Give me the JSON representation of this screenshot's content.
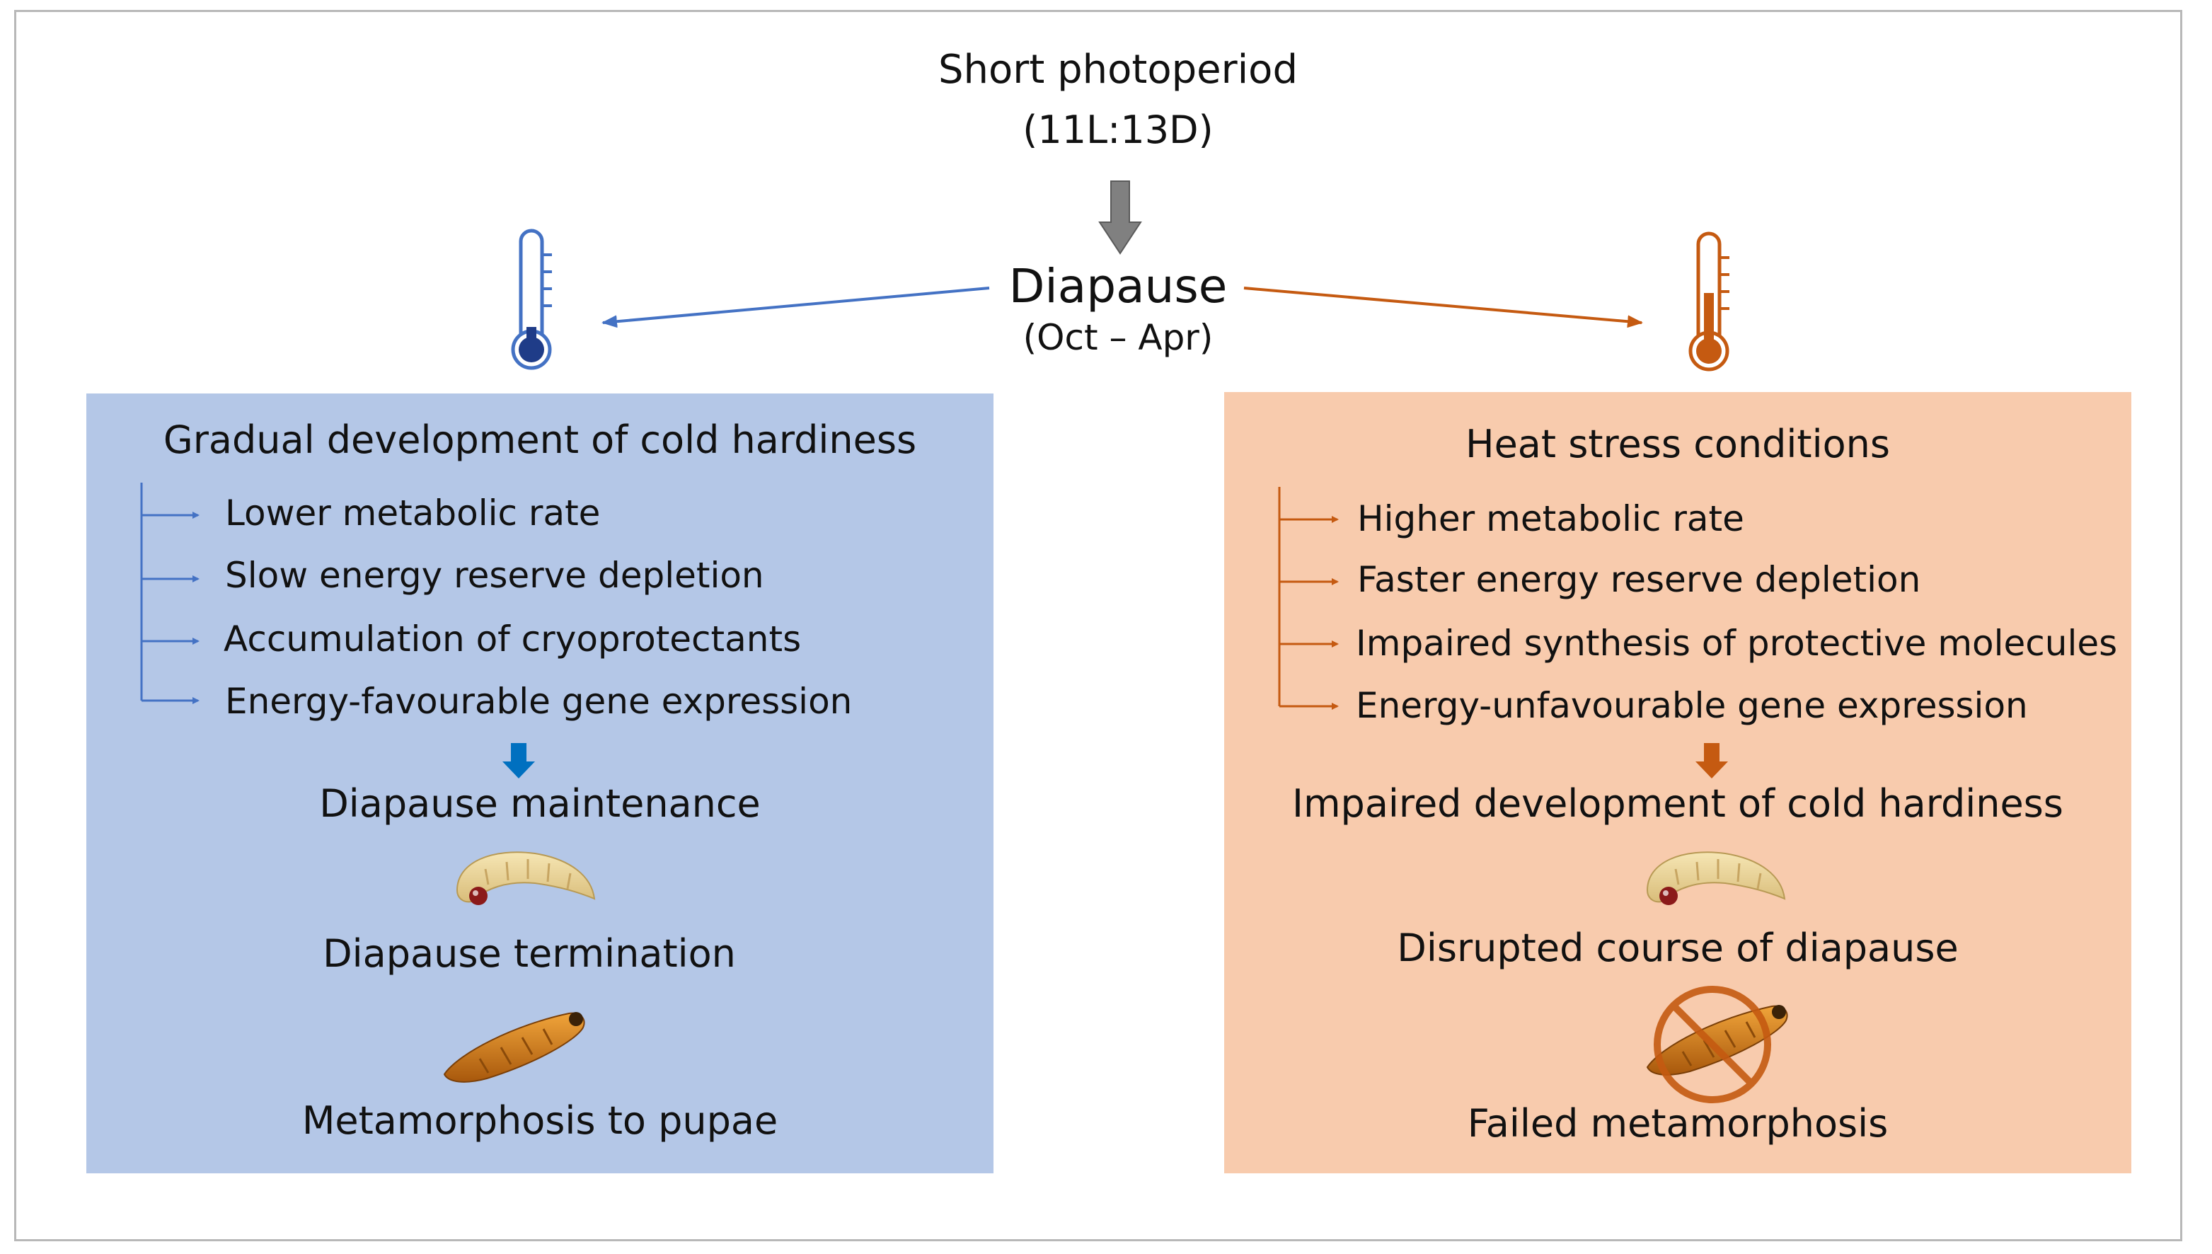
{
  "top": {
    "condition": "Short photoperiod",
    "condition_detail": "(11L:13D)",
    "state": "Diapause",
    "state_period": "(Oct – Apr)"
  },
  "left": {
    "title": "Gradual development of cold hardiness",
    "items": [
      "Lower metabolic rate",
      "Slow energy reserve depletion",
      "Accumulation of cryoprotectants",
      "Energy-favourable gene expression"
    ],
    "result": "Diapause maintenance",
    "stage2": "Diapause termination",
    "stage3": "Metamorphosis to pupae"
  },
  "right": {
    "title": "Heat stress conditions",
    "items": [
      "Higher metabolic rate",
      "Faster energy reserve depletion",
      "Impaired synthesis of protective molecules",
      "Energy-unfavourable gene expression"
    ],
    "result": "Impaired development of cold hardiness",
    "stage2": "Disrupted course of diapause",
    "stage3": "Failed metamorphosis"
  },
  "colors": {
    "cold": "#4472c4",
    "heat": "#c55a11",
    "cold_panel": "#b4c7e7",
    "heat_panel": "#f8cbad",
    "cold_down_arrow": "#0070c0",
    "gray_arrow": "#808080"
  },
  "icons": {
    "cold": "thermometer-cold-icon",
    "heat": "thermometer-hot-icon",
    "larva": "larva-icon",
    "pupa": "pupa-icon",
    "prohibited": "prohibited-icon"
  }
}
